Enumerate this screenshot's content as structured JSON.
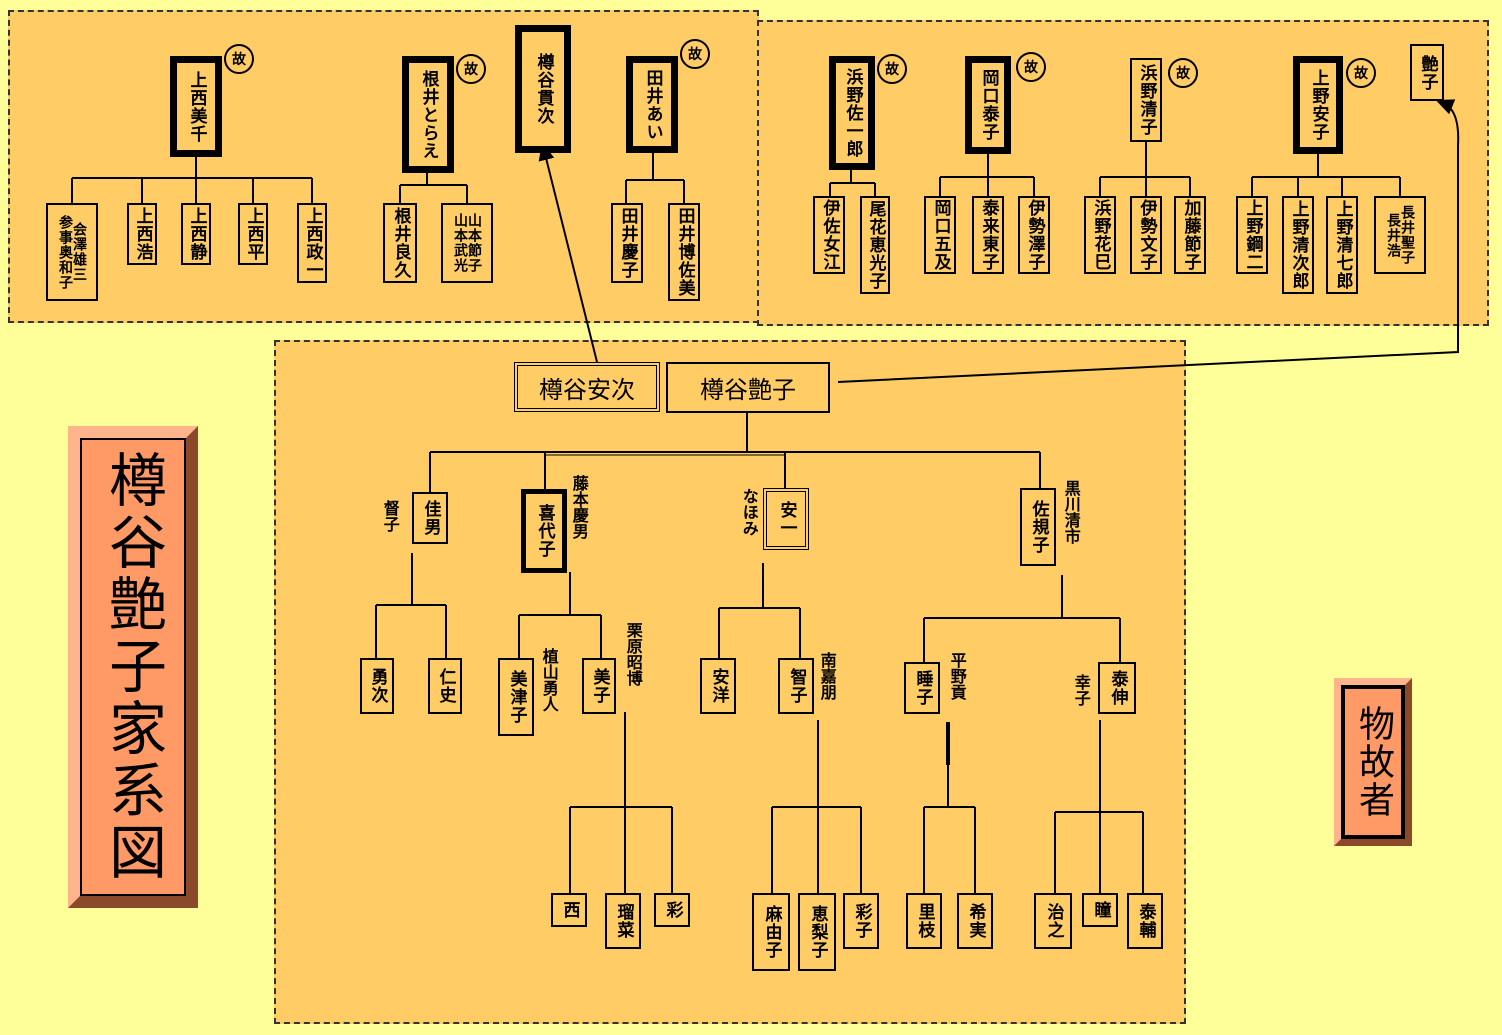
{
  "title": "樽谷艶子家系図",
  "legend": "物故者",
  "deceased_mark": "故",
  "couple": {
    "husband": "樽谷安次",
    "wife": "樽谷艶子"
  },
  "upper_left": [
    {
      "head": "上西美千",
      "children": [
        "参事奥和子",
        "会澤雄三",
        "上西浩",
        "上西静",
        "上西平",
        "上西政一"
      ]
    },
    {
      "head": "根井とらえ",
      "children": [
        "根井良久",
        "山本武光",
        "山本節子"
      ]
    },
    {
      "head": "樽谷貫次",
      "children": []
    },
    {
      "head": "田井あい",
      "children": [
        "田井慶子",
        "田井博佐美"
      ]
    }
  ],
  "upper_right": [
    {
      "head": "浜野佐一郎",
      "children": [
        "伊佐女江",
        "尾花恵光子"
      ]
    },
    {
      "head": "岡口泰子",
      "children": [
        "岡口五及",
        "泰来東子",
        "伊勢澤子"
      ]
    },
    {
      "head": "浜野清子",
      "children": [
        "浜野花巳",
        "伊勢文子",
        "加藤節子"
      ]
    },
    {
      "head": "上野安子",
      "children": [
        "上野鋼二",
        "上野清次郎",
        "上野清七郎",
        "長井浩",
        "長井聖子"
      ]
    },
    {
      "head": "艶子",
      "children": []
    }
  ],
  "families": [
    {
      "name": "佳男",
      "spouse": "督子",
      "children": [
        "勇次",
        "仁史"
      ]
    },
    {
      "name": "喜代子",
      "spouse": "藤本慶男",
      "children": [
        {
          "name": "美津子",
          "spouse": "植山勇人",
          "children": []
        },
        {
          "name": "美子",
          "spouse": "栗原昭博",
          "children": [
            "西",
            "瑠菜",
            "彩"
          ]
        }
      ]
    },
    {
      "name": "安一",
      "spouse": "なほみ",
      "children": [
        {
          "name": "安洋",
          "spouse": "",
          "children": []
        },
        {
          "name": "智子",
          "spouse": "南嘉朋",
          "children": [
            "麻由子",
            "恵梨子",
            "彩子"
          ]
        }
      ]
    },
    {
      "name": "佐規子",
      "spouse": "黒川清市",
      "children": [
        {
          "name": "睡子",
          "spouse": "平野貢",
          "children": [
            "里枝",
            "希実"
          ]
        },
        {
          "name": "泰伸",
          "spouse": "幸子",
          "children": [
            "治之",
            "瞳",
            "泰輔"
          ]
        }
      ]
    }
  ],
  "colors": {
    "background": "#ffff99",
    "region": "#ffcc66",
    "plaque": "#ff9966"
  }
}
